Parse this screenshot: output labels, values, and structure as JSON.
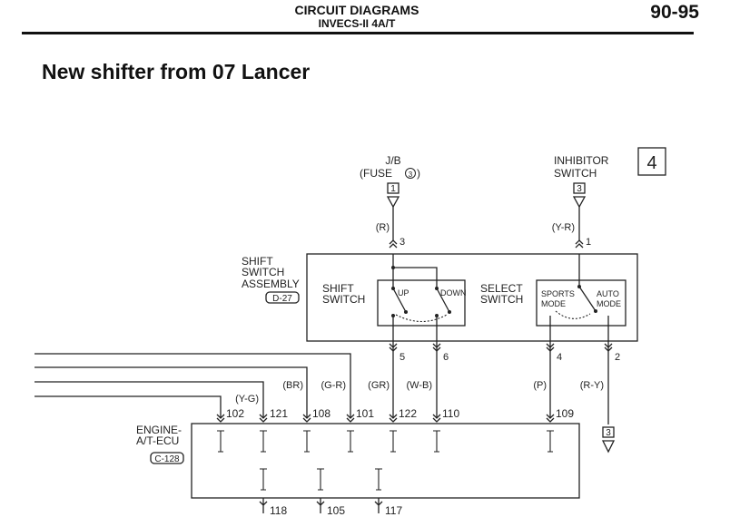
{
  "header": {
    "title": "CIRCUIT DIAGRAMS",
    "subtitle": "INVECS-II 4A/T",
    "page_number": "90-95"
  },
  "main_title": "New shifter from 07 Lancer",
  "diagram": {
    "box_number": "4",
    "jb": {
      "line1": "J/B",
      "fuse_prefix": "(FUSE",
      "fuse_num": "3",
      "fuse_suffix": ")",
      "connector": "1",
      "wire_color": "(R)",
      "pin": "3"
    },
    "inhibitor": {
      "line1": "INHIBITOR",
      "line2": "SWITCH",
      "connector": "3",
      "wire_color": "(Y-R)",
      "pin": "1"
    },
    "assembly": {
      "line1": "SHIFT",
      "line2": "SWITCH",
      "line3": "ASSEMBLY",
      "connector": "D-27"
    },
    "shift_switch": {
      "line1": "SHIFT",
      "line2": "SWITCH",
      "up": "UP",
      "down": "DOWN"
    },
    "select_switch": {
      "line1": "SELECT",
      "line2": "SWITCH",
      "sports1": "SPORTS",
      "sports2": "MODE",
      "auto1": "AUTO",
      "auto2": "MODE"
    },
    "switch_pins": [
      "5",
      "6",
      "4",
      "2"
    ],
    "wire_colors": [
      "(Y-G)",
      "(BR)",
      "(G-R)",
      "(GR)",
      "(W-B)",
      "(P)",
      "(R-Y)"
    ],
    "ecu_pins": [
      "102",
      "121",
      "108",
      "101",
      "122",
      "110",
      "109"
    ],
    "bottom_pins": [
      "118",
      "105",
      "117"
    ],
    "ground_connector": "3",
    "ecu": {
      "line1": "ENGINE-",
      "line2": "A/T-ECU",
      "connector": "C-128"
    }
  }
}
